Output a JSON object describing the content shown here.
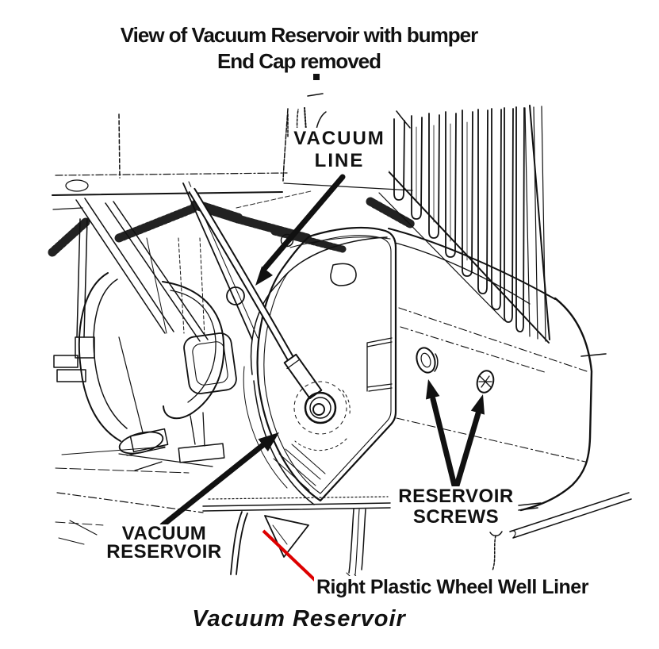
{
  "title": {
    "line1": "View of Vacuum Reservoir with bumper",
    "line2": "End Cap removed"
  },
  "labels": {
    "vacuum_line": {
      "line1": "VACUUM",
      "line2": "LINE"
    },
    "vacuum_reservoir": {
      "line1": "VACUUM",
      "line2": "RESERVOIR"
    },
    "reservoir_screws": {
      "line1": "RESERVOIR",
      "line2": "SCREWS"
    },
    "wheel_well_liner": "Right Plastic Wheel Well Liner"
  },
  "caption": "Vacuum Reservoir",
  "colors": {
    "ink": "#111111",
    "annotation_red": "#dd0000",
    "background": "#ffffff"
  }
}
